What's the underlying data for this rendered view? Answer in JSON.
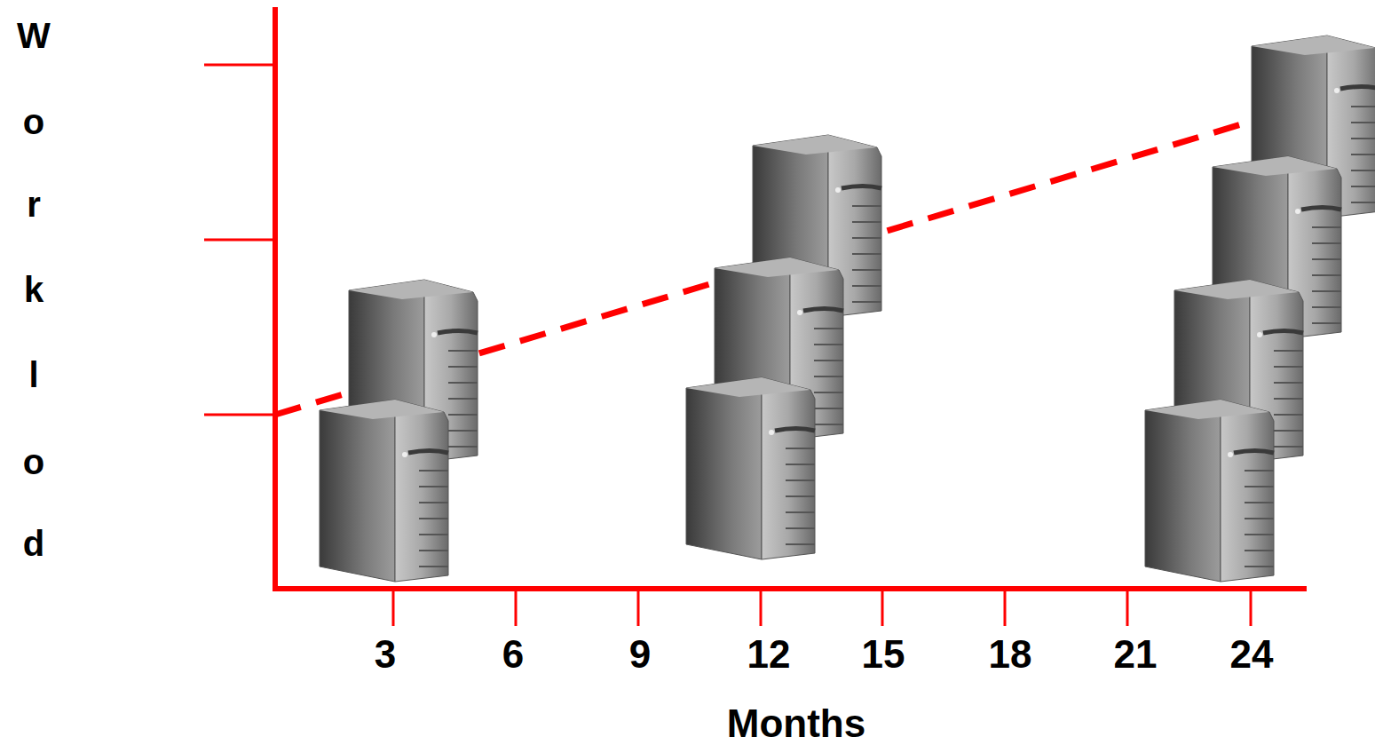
{
  "diagram": {
    "labels": [
      "W",
      "o",
      "r",
      "k",
      "l",
      "o",
      "d",
      "3",
      "6",
      "9",
      "12",
      "15",
      "18",
      "21",
      "24",
      "Months"
    ]
  }
}
